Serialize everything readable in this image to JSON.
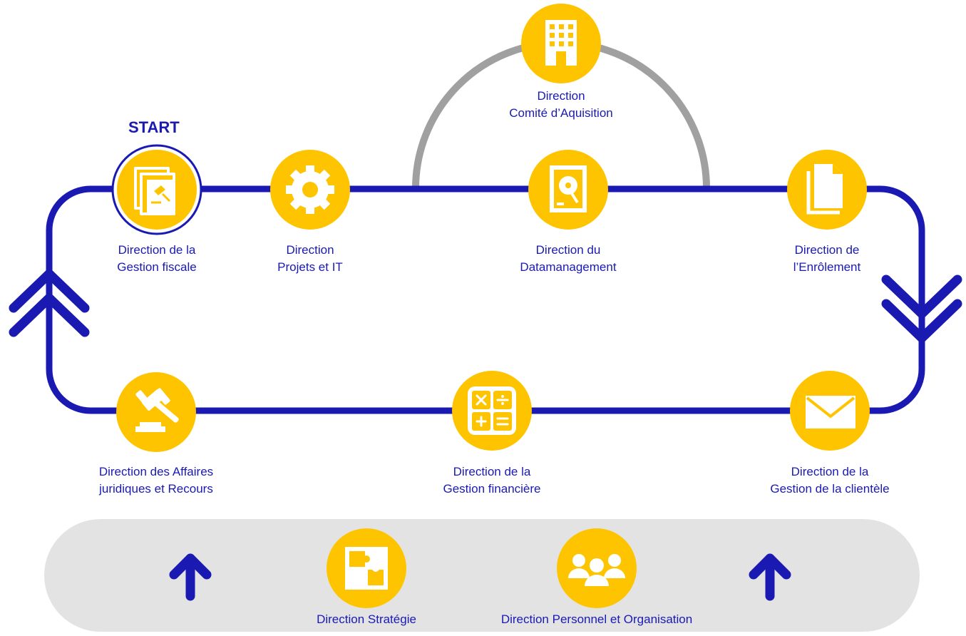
{
  "start_label": "START",
  "colors": {
    "blue": "#1a1ab3",
    "yellow": "#ffc400",
    "gray_arc": "#a0a0a0",
    "panel": "#e3e3e3"
  },
  "nodes": {
    "gestion_fiscale": {
      "line1": "Direction de la",
      "line2": "Gestion fiscale",
      "icon": "documents-gavel-icon"
    },
    "projets_it": {
      "line1": "Direction",
      "line2": "Projets et IT",
      "icon": "gear-icon"
    },
    "comite": {
      "line1": "Direction",
      "line2": "Comité d’Aquisition",
      "icon": "building-icon"
    },
    "datamanagement": {
      "line1": "Direction du",
      "line2": "Datamanagement",
      "icon": "hard-drive-icon"
    },
    "enrolement": {
      "line1": "Direction de",
      "line2": "l’Enrôlement",
      "icon": "documents-icon"
    },
    "clientele": {
      "line1": "Direction de la",
      "line2": "Gestion de la clientèle",
      "icon": "envelope-icon"
    },
    "gestion_financiere": {
      "line1": "Direction de la",
      "line2": "Gestion financière",
      "icon": "calculator-icon"
    },
    "affaires_juridiques": {
      "line1": "Direction des Affaires",
      "line2": "juridiques et Recours",
      "icon": "gavel-icon"
    },
    "strategie": {
      "line1": "Direction Stratégie",
      "icon": "puzzle-icon"
    },
    "personnel": {
      "line1": "Direction Personnel et Organisation",
      "icon": "people-icon"
    }
  }
}
